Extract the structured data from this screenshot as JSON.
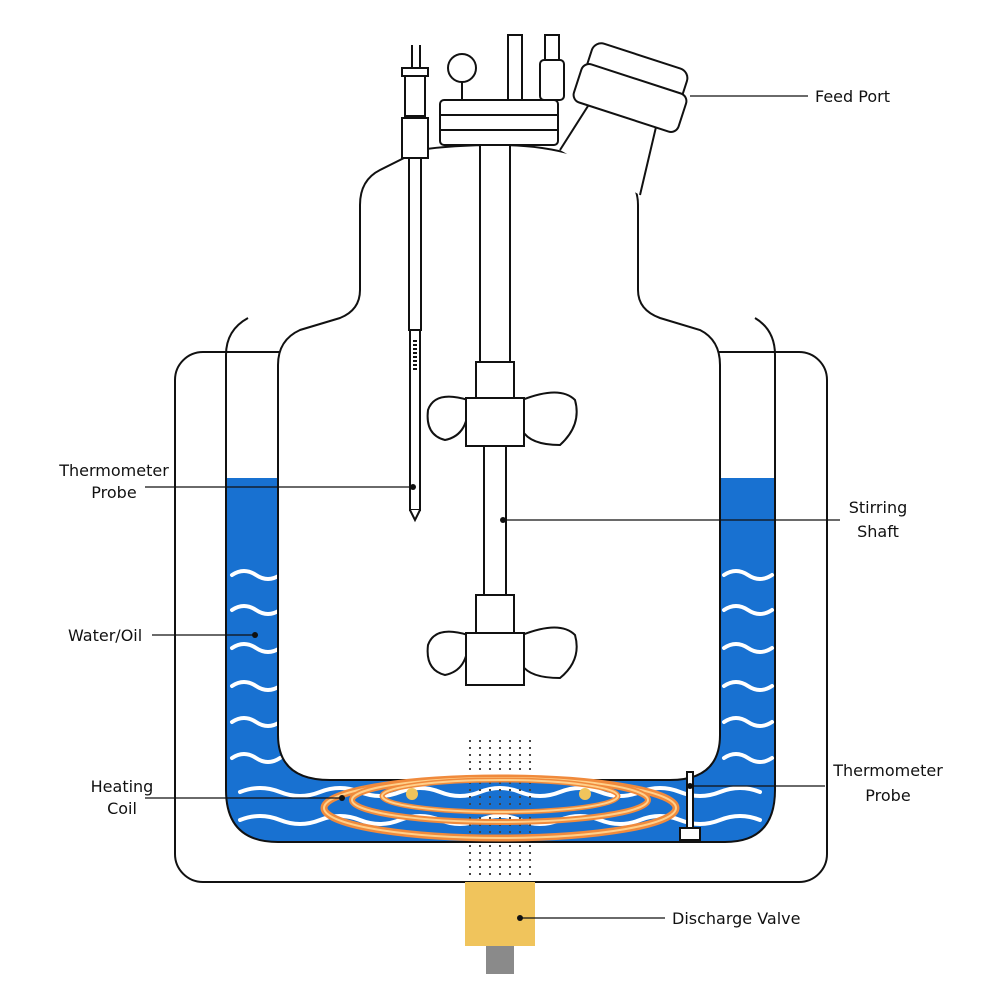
{
  "labels": {
    "feed_port": "Feed Port",
    "thermometer_probe_top_line1": "Thermometer",
    "thermometer_probe_top_line2": "Probe",
    "stirring_shaft_line1": "Stirring",
    "stirring_shaft_line2": "Shaft",
    "water_oil": "Water/Oil",
    "heating_coil_line1": "Heating",
    "heating_coil_line2": "Coil",
    "thermometer_probe_right_line1": "Thermometer",
    "thermometer_probe_right_line2": "Probe",
    "discharge_valve": "Discharge Valve"
  },
  "colors": {
    "bath_water": "#1871d1",
    "coil_outer": "#f08a3c",
    "coil_inner": "#ffd08a",
    "valve": "#f0c45c",
    "valve_stem": "#8a8a8a",
    "waves": "#ffffff"
  }
}
